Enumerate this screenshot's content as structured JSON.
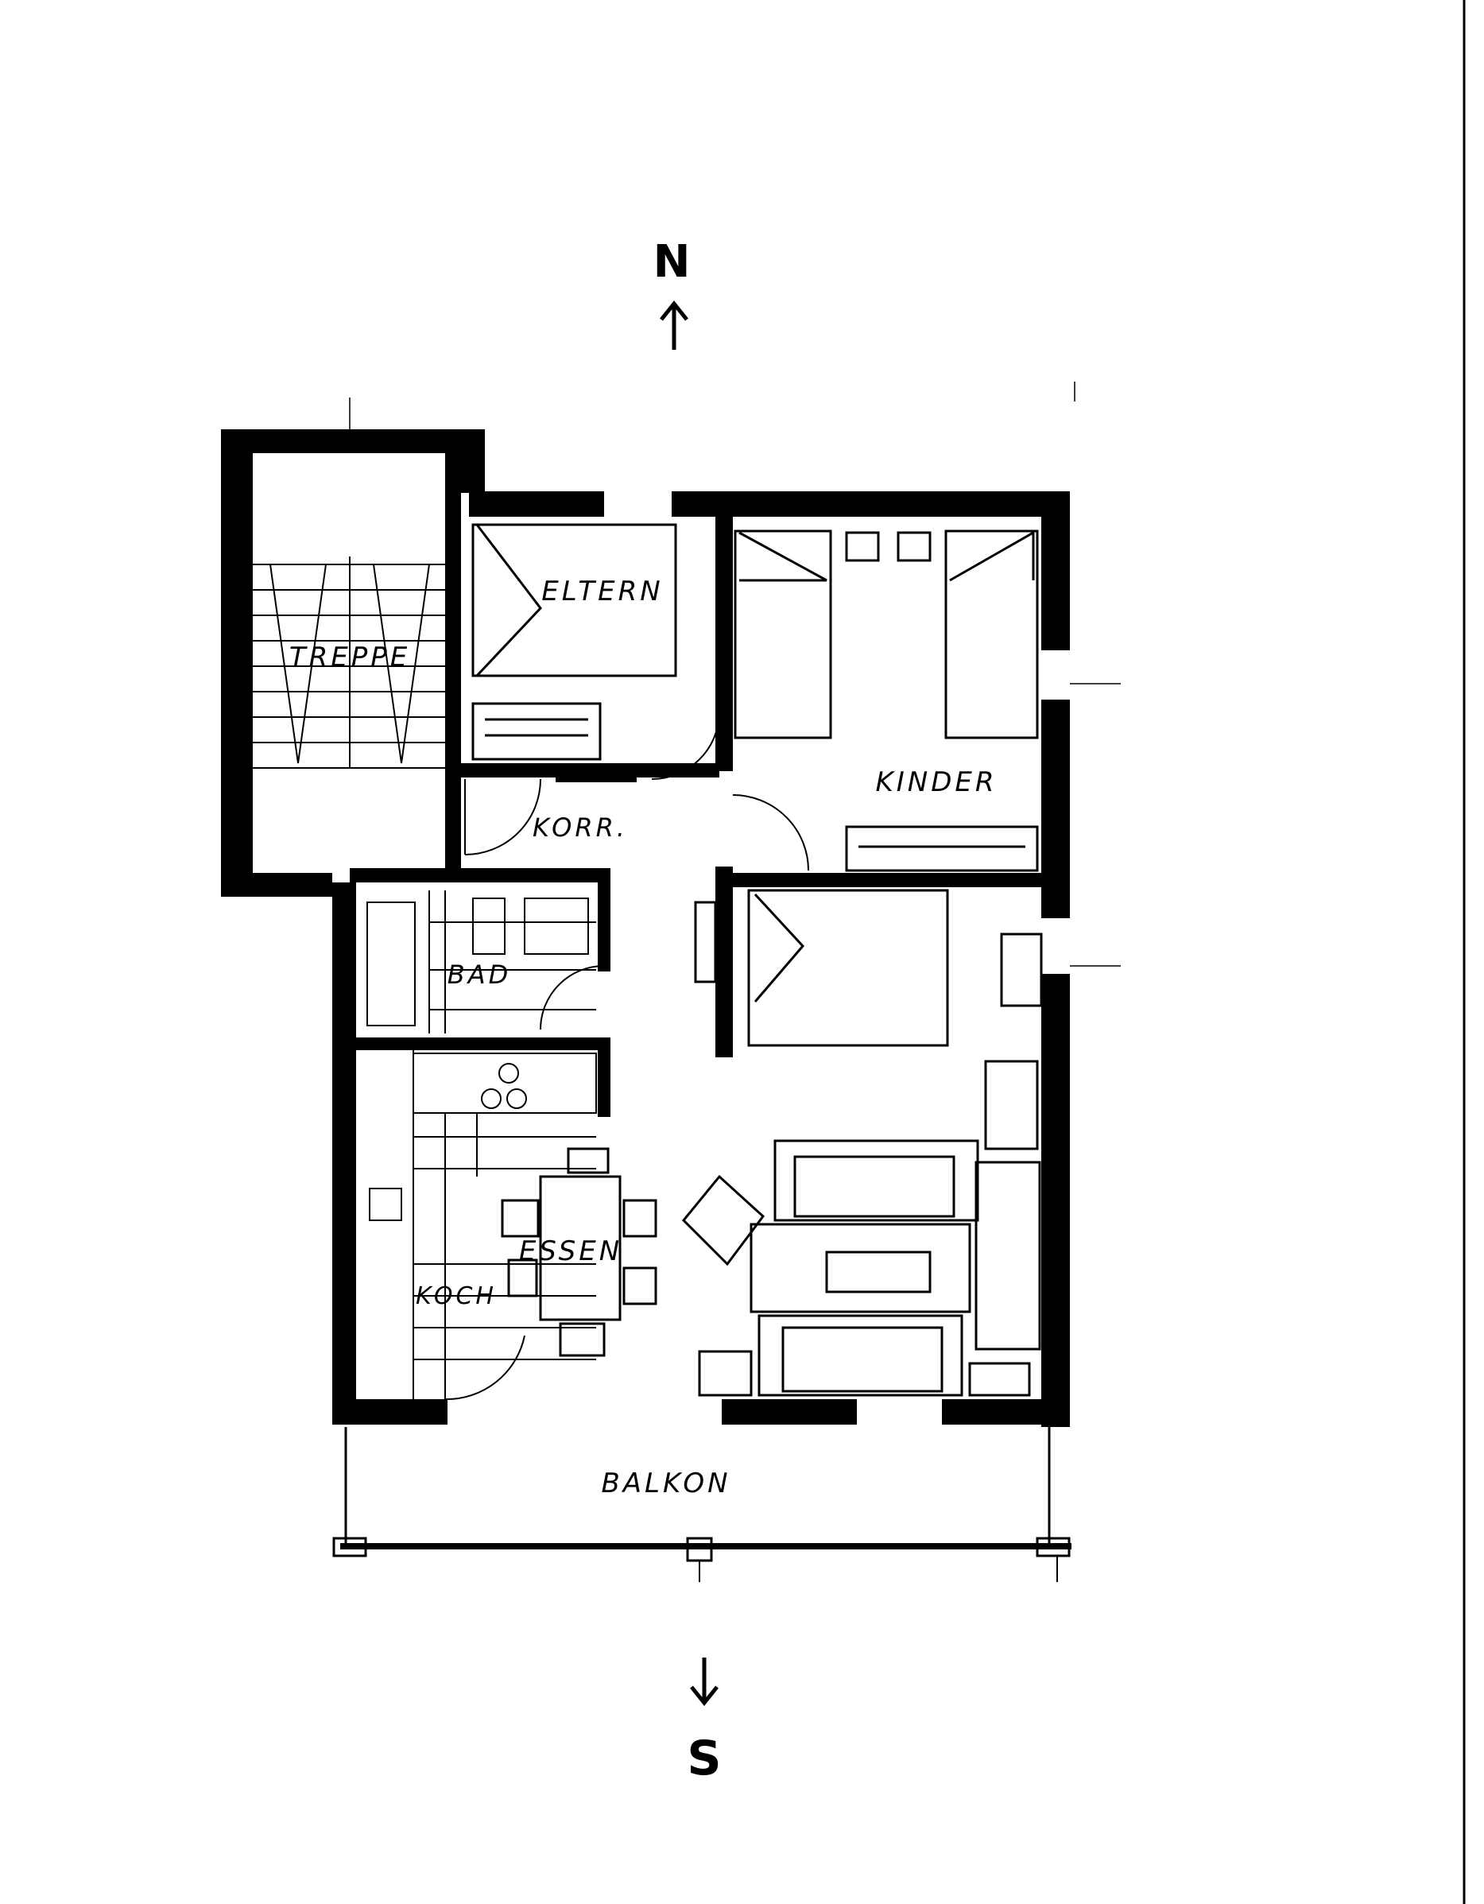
{
  "compass": {
    "north": "N",
    "south": "S"
  },
  "rooms": {
    "treppe": "TREPPE",
    "eltern": "ELTERN",
    "kinder": "KINDER",
    "korr": "KORR.",
    "bad": "BAD",
    "essen": "ESSEN",
    "koch": "KOCH",
    "balkon": "BALKON"
  },
  "colors": {
    "ink": "#000000",
    "paper": "#ffffff"
  }
}
